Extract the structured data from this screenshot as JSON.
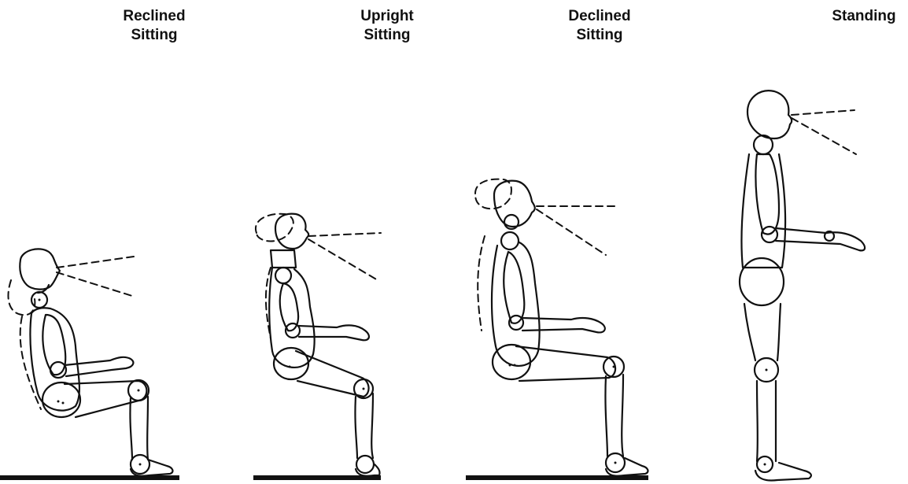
{
  "postures": [
    {
      "title_line1": "Reclined",
      "title_line2": "Sitting"
    },
    {
      "title_line1": "Upright",
      "title_line2": "Sitting"
    },
    {
      "title_line1": "Declined",
      "title_line2": "Sitting"
    },
    {
      "title_line1": "Standing",
      "title_line2": ""
    }
  ]
}
